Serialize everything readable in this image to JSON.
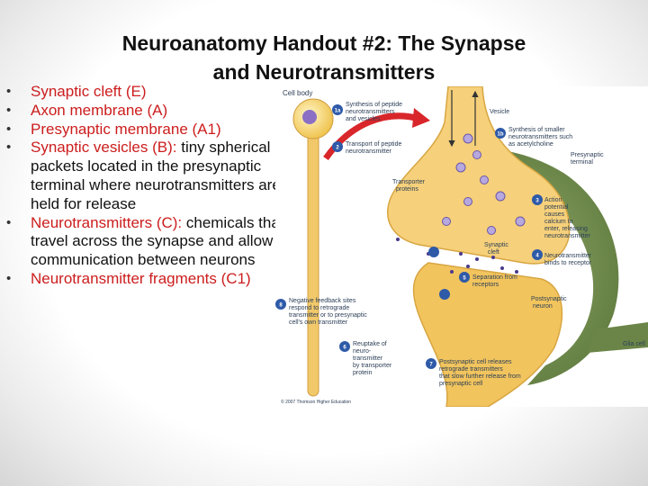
{
  "title": {
    "line1": "Neuroanatomy Handout #2:  The Synapse",
    "line2": "and Neurotransmitters"
  },
  "bullets": [
    {
      "red": "Synaptic cleft (E)",
      "black": ""
    },
    {
      "red": "Axon membrane (A)",
      "black": ""
    },
    {
      "red": "Presynaptic membrane (A1)",
      "black": ""
    },
    {
      "red": "Synaptic vesicles (B):",
      "black": " tiny spherical packets located in the presynaptic terminal where neurotransmitters are held for release"
    },
    {
      "red": "Neurotransmitters (C):",
      "black": " chemicals that travel across the synapse and allow communication between neurons"
    },
    {
      "red": "Neurotransmitter fragments (C1)",
      "black": ""
    }
  ],
  "diagram": {
    "cell_body": "Cell body",
    "vesicle": "Vesicle",
    "transporter": [
      "Transporter",
      "proteins"
    ],
    "presynaptic_terminal": [
      "Presynaptic",
      "terminal"
    ],
    "synaptic_cleft": [
      "Synaptic",
      "cleft"
    ],
    "postsynaptic_neuron": [
      "Postsynaptic",
      "neuron"
    ],
    "glia_cell": "Glia cell",
    "copyright": "© 2007 Thomson Higher Education",
    "steps": {
      "s1a": {
        "num": "1a",
        "text": [
          "Synthesis of peptide",
          "neurotransmitters",
          "and vesicles"
        ]
      },
      "s1b": {
        "num": "1b",
        "text": [
          "Synthesis of smaller",
          "neurotransmitters such",
          "as acetylcholine"
        ]
      },
      "s2": {
        "num": "2",
        "text": [
          "Transport of peptide",
          "neurotransmitter"
        ]
      },
      "s3": {
        "num": "3",
        "text": [
          "Action",
          "potential",
          "causes",
          "calcium to",
          "enter, releasing",
          "neurotransmitter"
        ]
      },
      "s4": {
        "num": "4",
        "text": [
          "Neurotransmitter",
          "binds to receptor"
        ]
      },
      "s5": {
        "num": "5",
        "text": [
          "Separation from",
          "receptors"
        ]
      },
      "s6": {
        "num": "6",
        "text": [
          "Reuptake of",
          "neuro-",
          "transmitter",
          "by transporter",
          "protein"
        ]
      },
      "s7": {
        "num": "7",
        "text": [
          "Postsynaptic cell releases",
          "retrograde transmitters",
          "that slow further release from",
          "presynaptic cell"
        ]
      },
      "s8": {
        "num": "8",
        "text": [
          "Negative feedback sites",
          "respond to retrograde",
          "transmitter or to presynaptic",
          "cell's own transmitter"
        ]
      }
    }
  }
}
